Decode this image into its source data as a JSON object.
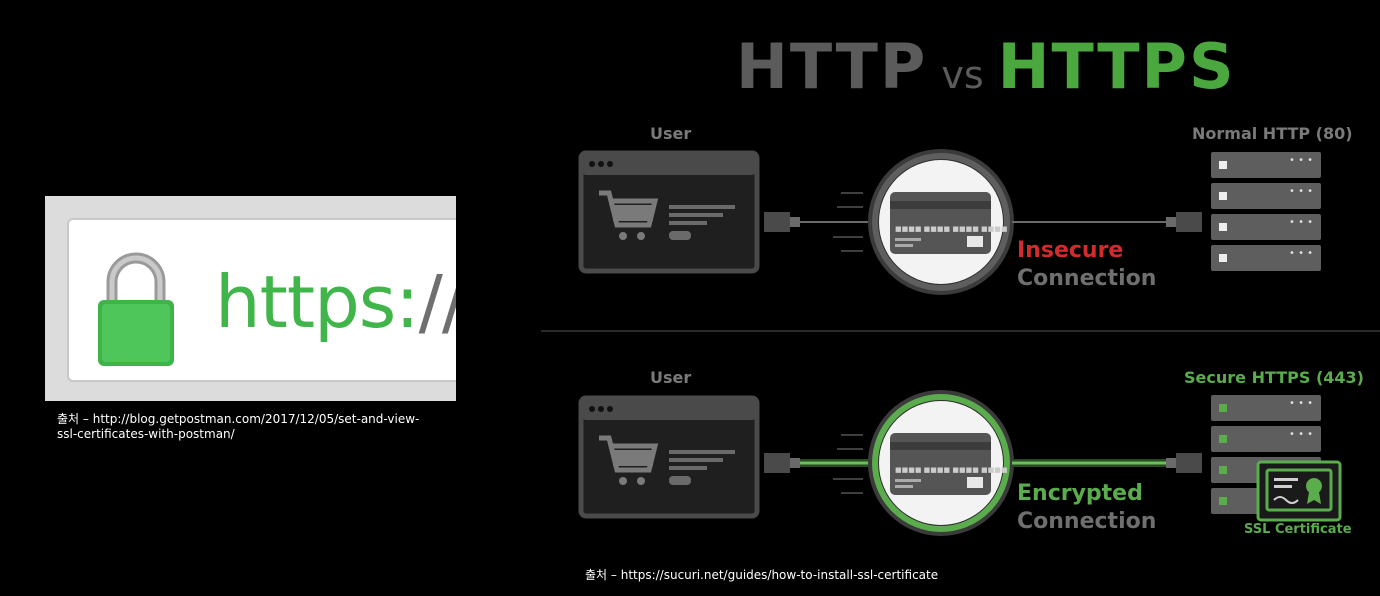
{
  "left_image": {
    "url_prefix": "https:",
    "url_slashes": "//"
  },
  "left_caption": "출처 – http://blog.getpostman.com/2017/12/05/set-and-view-ssl-certificates-with-postman/",
  "diagram": {
    "title": {
      "left": "HTTP",
      "middle": "vs",
      "right": "HTTPS"
    },
    "top": {
      "user_label": "User",
      "server_label": "Normal HTTP (80)",
      "connection_line1": "Insecure",
      "connection_line2": "Connection"
    },
    "bottom": {
      "user_label": "User",
      "server_label": "Secure HTTPS (443)",
      "connection_line1": "Encrypted",
      "connection_line2": "Connection",
      "certificate_label": "SSL Certificate"
    },
    "colors": {
      "green": "#5aac4c",
      "red": "#d22b2b",
      "gray": "#5b5b5b"
    },
    "icons": [
      "browser-window-icon",
      "shopping-cart-icon",
      "credit-card-icon",
      "server-rack-icon",
      "ssl-certificate-icon",
      "plug-connector-icon"
    ]
  },
  "right_caption": "출처 – https://sucuri.net/guides/how-to-install-ssl-certificate"
}
